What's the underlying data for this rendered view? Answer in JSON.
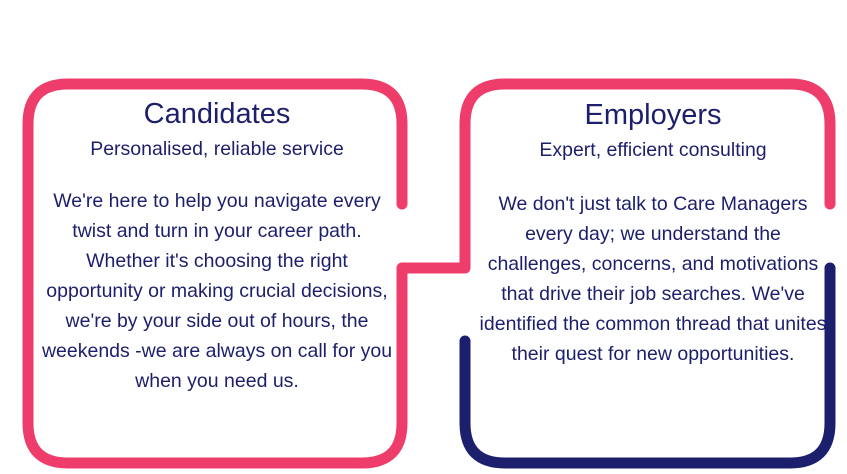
{
  "colors": {
    "pink": "#ee3d6b",
    "navy": "#1c1f6b",
    "text": "#1c1f6b"
  },
  "candidates": {
    "title": "Candidates",
    "subtitle": "Personalised, reliable service",
    "body": "We're here to help you navigate every twist and turn in your career path. Whether it's choosing the right opportunity or making crucial decisions, we're by your side out of hours, the weekends -we are always on call for you when you need us."
  },
  "employers": {
    "title": "Employers",
    "subtitle": "Expert, efficient consulting",
    "body": "We don't just talk to Care Managers every day; we understand the challenges, concerns, and motivations that drive their job searches. We've identified the common thread that unites their quest for new opportunities."
  }
}
